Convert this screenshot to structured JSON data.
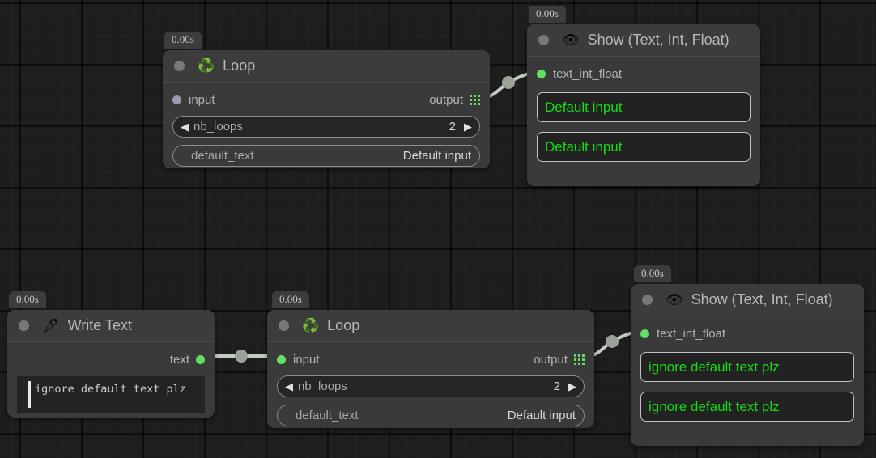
{
  "canvas": {
    "background_color": "#1d1d1d",
    "grid_line_color": "#262626",
    "wire_color": "#c3ccc0",
    "accent_green": "#63e063",
    "display_text_green": "#12dd12"
  },
  "nodes": [
    {
      "id": "loop-top",
      "time_badge": "0.00s",
      "icon": "recycle-icon",
      "icon_glyph": "♻️",
      "title": "Loop",
      "input_port": {
        "label": "input",
        "state": "unconnected"
      },
      "output_port": {
        "label": "output",
        "icon": "grid-list-icon"
      },
      "fields": [
        {
          "type": "stepper",
          "key": "nb_loops",
          "value": "2",
          "left_arrow": "◀",
          "right_arrow": "▶"
        },
        {
          "type": "text",
          "key": "default_text",
          "value": "Default input"
        }
      ]
    },
    {
      "id": "show-top",
      "time_badge": "0.00s",
      "icon": "eye-icon",
      "icon_glyph": "👁",
      "title": "Show (Text, Int, Float)",
      "input_port": {
        "label": "text_int_float",
        "state": "connected"
      },
      "displays": [
        "Default input",
        "Default input"
      ]
    },
    {
      "id": "write-text",
      "time_badge": "0.00s",
      "icon": "pen-nib-icon",
      "icon_glyph": "🖋",
      "title": "Write Text",
      "output_port": {
        "label": "text",
        "state": "connected"
      },
      "textarea_value": "ignore default text plz"
    },
    {
      "id": "loop-bottom",
      "time_badge": "0.00s",
      "icon": "recycle-icon",
      "icon_glyph": "♻️",
      "title": "Loop",
      "input_port": {
        "label": "input",
        "state": "connected"
      },
      "output_port": {
        "label": "output",
        "icon": "grid-list-icon"
      },
      "fields": [
        {
          "type": "stepper",
          "key": "nb_loops",
          "value": "2",
          "left_arrow": "◀",
          "right_arrow": "▶"
        },
        {
          "type": "text",
          "key": "default_text",
          "value": "Default input"
        }
      ]
    },
    {
      "id": "show-bottom",
      "time_badge": "0.00s",
      "icon": "eye-icon",
      "icon_glyph": "👁",
      "title": "Show (Text, Int, Float)",
      "input_port": {
        "label": "text_int_float",
        "state": "connected"
      },
      "displays": [
        "ignore default text plz",
        "ignore default text plz"
      ]
    }
  ],
  "loop_top": {
    "time": "0.00s",
    "title": "Loop",
    "icon": "♻️",
    "input_label": "input",
    "output_label": "output",
    "nb_loops_key": "nb_loops",
    "nb_loops_value": "2",
    "left_arrow": "◀",
    "right_arrow": "▶",
    "default_text_key": "default_text",
    "default_text_value": "Default input"
  },
  "show_top": {
    "time": "0.00s",
    "title": "Show (Text, Int, Float)",
    "icon": "👁",
    "port_label": "text_int_float",
    "display_1": "Default input",
    "display_2": "Default input"
  },
  "write_text": {
    "time": "0.00s",
    "title": "Write Text",
    "icon": "🖋",
    "output_label": "text",
    "value": "ignore default text plz"
  },
  "loop_bottom": {
    "time": "0.00s",
    "title": "Loop",
    "icon": "♻️",
    "input_label": "input",
    "output_label": "output",
    "nb_loops_key": "nb_loops",
    "nb_loops_value": "2",
    "left_arrow": "◀",
    "right_arrow": "▶",
    "default_text_key": "default_text",
    "default_text_value": "Default input"
  },
  "show_bottom": {
    "time": "0.00s",
    "title": "Show (Text, Int, Float)",
    "icon": "👁",
    "port_label": "text_int_float",
    "display_1": "ignore default text plz",
    "display_2": "ignore default text plz"
  }
}
